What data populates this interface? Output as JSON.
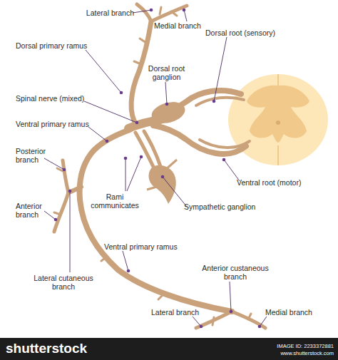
{
  "diagram": {
    "labels": [
      "Lateral branch",
      "Medial branch",
      "Dorsal primary ramus",
      "Dorsal root (sensory)",
      "Dorsal root ganglion",
      "Spinal nerve (mixed)",
      "Ventral primary ramus",
      "Posterior branch",
      "Anterior branch",
      "Rami communicates",
      "Sympathetic ganglion",
      "Ventral root (motor)",
      "Lateral cutaneous branch",
      "Ventral primary ramus",
      "Anterior custaneous branch",
      "Lateral branch",
      "Medial branch",
      "shutterstock",
      "IMAGE ID: 2233372881",
      "www.shutterstock.com"
    ]
  }
}
